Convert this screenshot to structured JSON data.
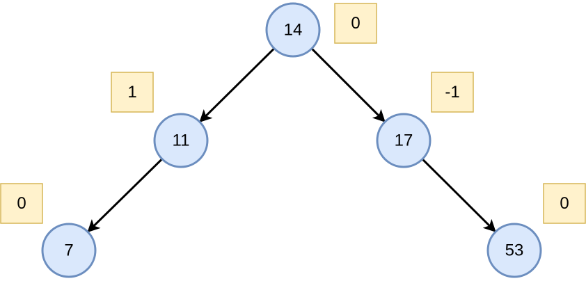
{
  "colors": {
    "node_fill": "#dae8fc",
    "node_stroke": "#6c8ebf",
    "badge_fill": "#fff2cc",
    "badge_stroke": "#d6b656",
    "edge": "#000000"
  },
  "tree": {
    "nodes": [
      {
        "id": "n14",
        "value": "14",
        "balance": "0"
      },
      {
        "id": "n11",
        "value": "11",
        "balance": "1"
      },
      {
        "id": "n17",
        "value": "17",
        "balance": "-1"
      },
      {
        "id": "n7",
        "value": "7",
        "balance": "0"
      },
      {
        "id": "n53",
        "value": "53",
        "balance": "0"
      }
    ],
    "edges": [
      {
        "from": "n14",
        "to": "n11"
      },
      {
        "from": "n14",
        "to": "n17"
      },
      {
        "from": "n11",
        "to": "n7"
      },
      {
        "from": "n17",
        "to": "n53"
      }
    ]
  }
}
